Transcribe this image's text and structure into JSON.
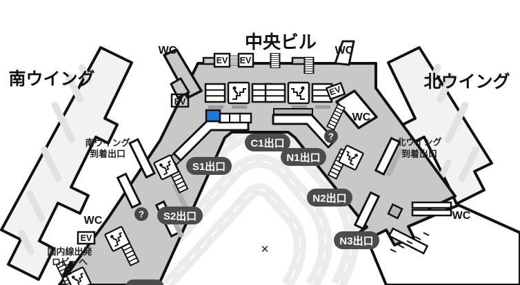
{
  "colors": {
    "concourse": "#c8c8c8",
    "building": "#f2f2f2",
    "road": "#ececec",
    "pill": "#4b4b50",
    "marker_blue": "#1f78d1",
    "outline": "#111111"
  },
  "labels": {
    "central_building": "中央ビル",
    "south_wing": "南ウイング",
    "north_wing": "北ウイング",
    "south_arrival_line1": "南ウイング",
    "south_arrival_line2": "到着出口",
    "north_arrival_line1": "北ウイング",
    "north_arrival_line2": "到着出口",
    "domestic_line1": "国内線出発",
    "domestic_line2": "ロビーへ",
    "wc": "WC",
    "ev": "EV",
    "info": "?",
    "cross": "✕"
  },
  "exits": {
    "c1": "C1出口",
    "s1": "S1出口",
    "s2": "S2出口",
    "n1": "N1出口",
    "n2": "N2出口",
    "n3": "N3出口"
  }
}
